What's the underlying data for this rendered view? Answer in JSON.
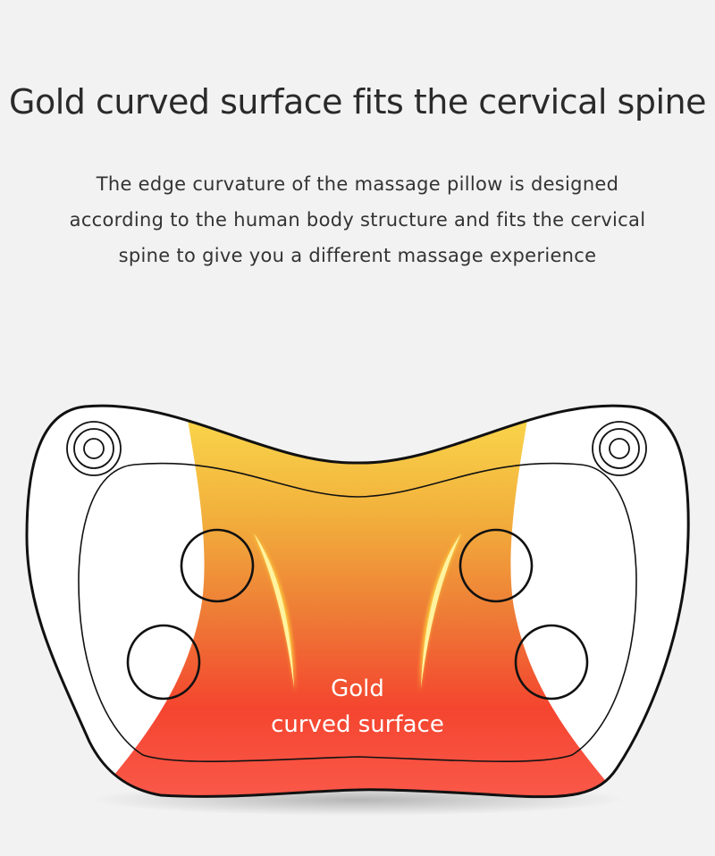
{
  "heading": "Gold curved surface  fits the cervical spine",
  "description": "The edge curvature of the massage pillow is designed according to the human body structure and fits the cervical spine to give you a different massage experience",
  "illustration": {
    "label_line1": "Gold",
    "label_line2": "curved surface"
  },
  "colors": {
    "gradient_top": "#f9d44a",
    "gradient_mid": "#ef8a3a",
    "gradient_low": "#f4452f",
    "gradient_bottom": "#fa5a4c"
  }
}
